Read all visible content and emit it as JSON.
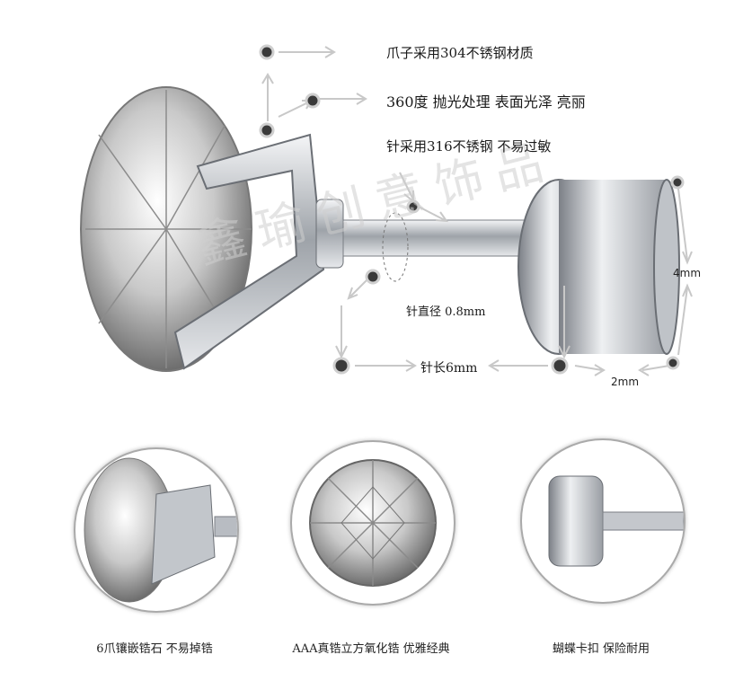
{
  "annotations": {
    "claw_material": "爪子采用304不锈钢材质",
    "polish": "360度 抛光处理 表面光泽 亮丽",
    "pin_material": "针采用316不锈钢 不易过敏",
    "pin_diameter": "针直径 0.8mm",
    "pin_length": "针长6mm",
    "back_height": "4mm",
    "back_width": "2mm"
  },
  "watermark": "鑫瑜创意饰品",
  "details": [
    {
      "caption": "6爪镶嵌锆石 不易掉锆"
    },
    {
      "caption": "AAA真锆立方氧化锆 优雅经典"
    },
    {
      "caption": "蝴蝶卡扣 保险耐用"
    }
  ],
  "colors": {
    "metal": "#b8bcc2",
    "dot": "#3a3a3a",
    "arrow": "#c8c8c8"
  }
}
